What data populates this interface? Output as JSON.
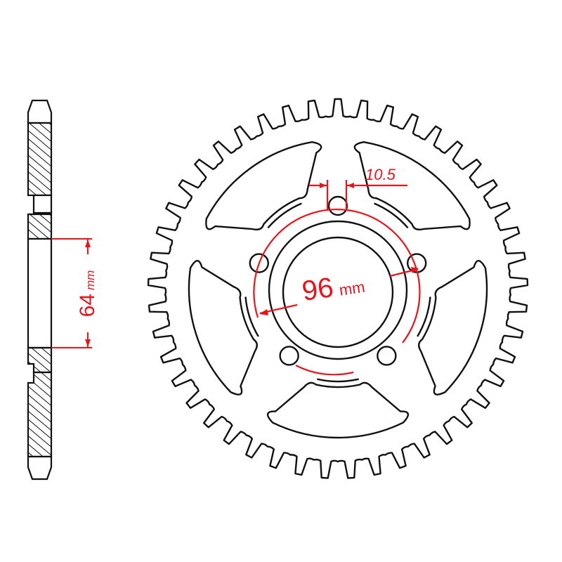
{
  "colors": {
    "line": "#111111",
    "dimension": "#e8141b",
    "background": "#ffffff"
  },
  "side_view": {
    "dimension_value": "64",
    "dimension_unit": "mm"
  },
  "front_view": {
    "bolt_circle_value": "96",
    "bolt_circle_unit": "mm",
    "bolt_hole_label": "10.5"
  }
}
